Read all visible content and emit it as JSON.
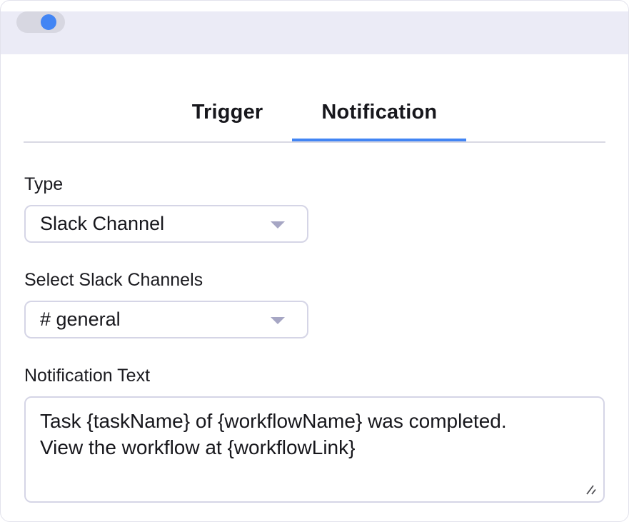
{
  "colors": {
    "accent_blue": "#4285f4",
    "header_bg": "#ebebf6",
    "toggle_track": "#d7d7e1",
    "input_border": "#d5d5e6",
    "divider": "#d9d9e3",
    "caret": "#a6a6c4"
  },
  "header": {
    "toggle_state": "on"
  },
  "tabs": [
    {
      "label": "Trigger",
      "active": false
    },
    {
      "label": "Notification",
      "active": true
    }
  ],
  "form": {
    "type_label": "Type",
    "type_value": "Slack Channel",
    "channels_label": "Select Slack Channels",
    "channels_value": "# general",
    "notification_label": "Notification Text",
    "notification_text": "Task {taskName} of {workflowName} was completed.\nView the workflow at {workflowLink}"
  }
}
